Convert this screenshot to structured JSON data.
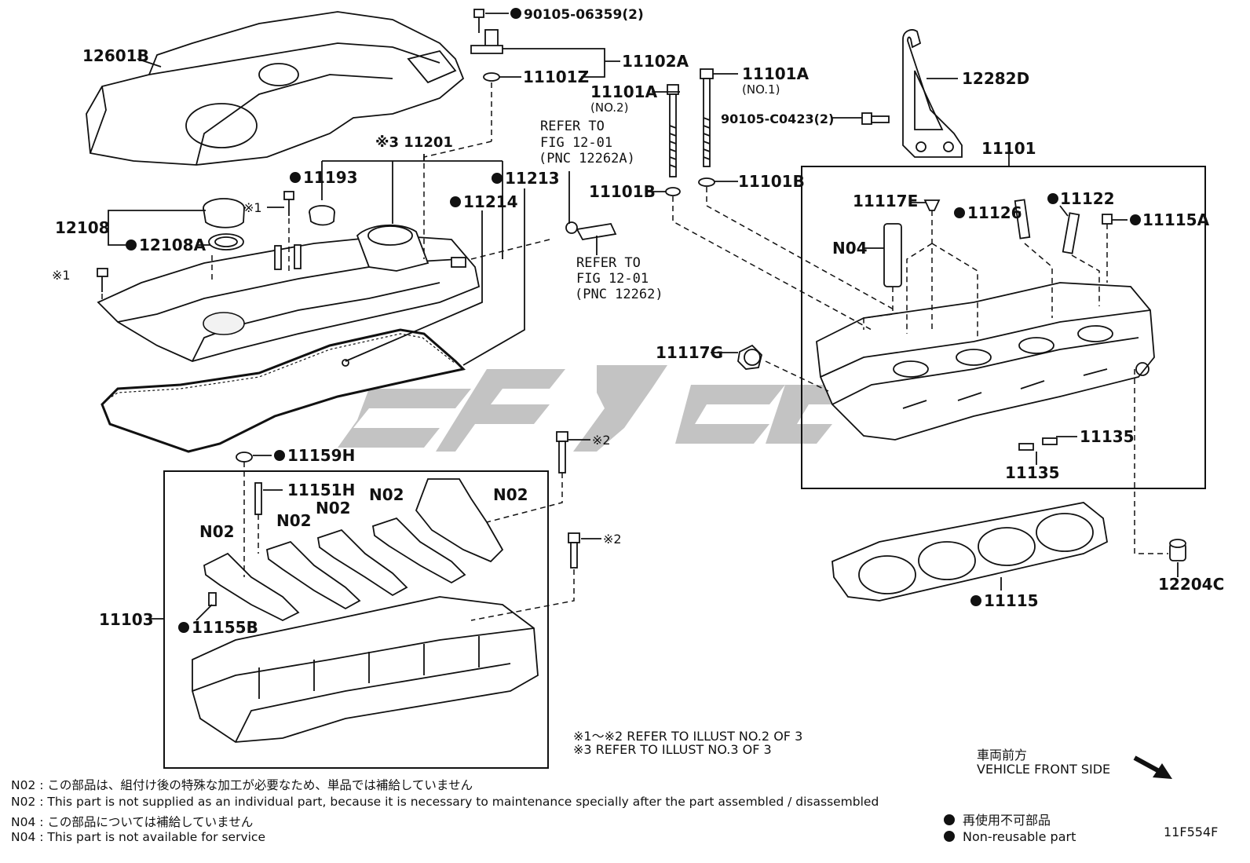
{
  "labels": {
    "l12601B": "12601B",
    "l90105_06359": "90105-06359(2)",
    "l11102A": "11102A",
    "l11101Z": "11101Z",
    "l11101A_top": "11101A",
    "l11101A_no1": "(NO.1)",
    "l11101A_mid": "11101A",
    "l11101A_no2": "(NO.2)",
    "l12282D": "12282D",
    "l90105_C0423": "90105-C0423(2)",
    "l11201": "※3 11201",
    "l11193": "11193",
    "l11213": "11213",
    "l11214": "11214",
    "l12108": "12108",
    "l12108A": "12108A",
    "lx1a": "※1",
    "lx1b": "※1",
    "l11101B_a": "11101B",
    "l11101B_b": "11101B",
    "l11101": "11101",
    "l11117E": "11117E",
    "l11126": "11126",
    "l11122": "11122",
    "l11115A": "11115A",
    "lN04": "N04",
    "l11117G": "11117G",
    "l11159H": "11159H",
    "lx2a": "※2",
    "lx2b": "※2",
    "l11151H": "11151H",
    "lN02a": "N02",
    "lN02b": "N02",
    "lN02c": "N02",
    "lN02d": "N02",
    "lN02e": "N02",
    "l11103": "11103",
    "l11155B": "11155B",
    "l11135a": "11135",
    "l11135b": "11135",
    "l11115": "11115",
    "l12204C": "12204C"
  },
  "refs": {
    "ref1": [
      "REFER TO",
      "FIG 12-01",
      "(PNC 12262A)"
    ],
    "ref2": [
      "REFER TO",
      "FIG 12-01",
      "(PNC 12262)"
    ]
  },
  "footnotes": {
    "f1": "※1～※2  REFER TO ILLUST NO.2 OF 3",
    "f2": "※3 REFER TO ILLUST NO.3 OF 3"
  },
  "direction": {
    "jp": "車両前方",
    "en": "VEHICLE FRONT SIDE"
  },
  "notes": {
    "n1": "N02 : この部品は、組付け後の特殊な加工が必要なため、単品では補給していません",
    "n2": "N02 : This part is not supplied as an individual part, because it is necessary to maintenance specially after the part assembled / disassembled",
    "n3": "N04 : この部品については補給していません",
    "n4": "N04 : This part is not available for service"
  },
  "legend": {
    "jp": "再使用不可部品",
    "en": "Non-reusable part"
  },
  "figure_code": "11F554F",
  "colors": {
    "ink": "#111111",
    "watermark": "#b9b9b9"
  }
}
